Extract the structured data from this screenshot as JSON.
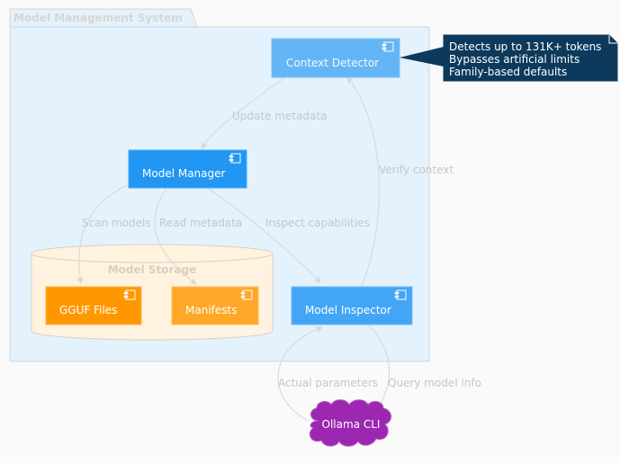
{
  "package": {
    "title": "Model Management System"
  },
  "storage": {
    "title": "Model Storage"
  },
  "components": {
    "context_detector": {
      "label": "Context Detector"
    },
    "model_manager": {
      "label": "Model Manager"
    },
    "model_inspector": {
      "label": "Model Inspector"
    },
    "gguf_files": {
      "label": "GGUF Files"
    },
    "manifests": {
      "label": "Manifests"
    }
  },
  "cloud": {
    "label": "Ollama CLI"
  },
  "note": {
    "line1": "Detects up to 131K+ tokens",
    "line2": "Bypasses artificial limits",
    "line3": "Family-based defaults"
  },
  "edges": {
    "update_metadata": "Update metadata",
    "verify_context": "Verify context",
    "scan_models": "Scan models",
    "read_metadata": "Read metadata",
    "inspect_capabilities": "Inspect capabilities",
    "actual_parameters": "Actual parameters",
    "query_model_info": "Query model info"
  },
  "colors": {
    "package_fill": "#e3f2fd",
    "storage_fill": "#fff3e0",
    "context_detector": "#64b5f6",
    "model_manager": "#2196f3",
    "model_inspector": "#42a5f5",
    "gguf_files": "#ff9800",
    "manifests": "#ffa726",
    "cloud": "#9c27b0",
    "note": "#0d3a5c"
  }
}
